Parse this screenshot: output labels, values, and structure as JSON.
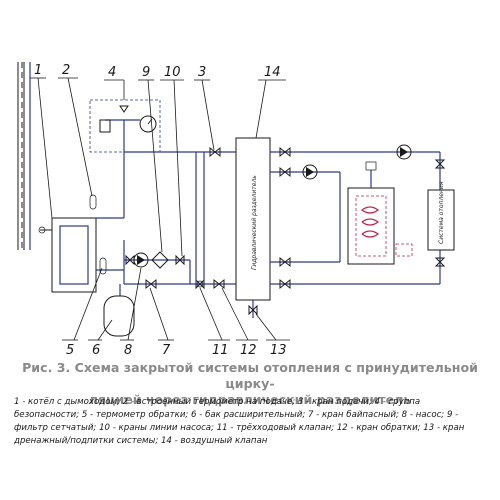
{
  "diagram": {
    "callouts": [
      "1",
      "2",
      "3",
      "4",
      "5",
      "6",
      "7",
      "8",
      "9",
      "10",
      "11",
      "12",
      "13",
      "14"
    ],
    "separator_label": "Гидравлический разделитель",
    "consumer_label": "Система отопления"
  },
  "caption": {
    "line1": "Рис. 3. Схема закрытой системы отопления с принудительной цирку-",
    "line2": "ляцией через гидравлический разделитель"
  },
  "legend": [
    "1 - котёл с дымоходом;",
    "2 - встроенный термометр на подаче;",
    "3 - кран подачи;",
    "4 - группа безопасности;",
    "5 - термометр обратки;",
    "6 - бак расширительный;",
    "7 - кран байпасный;",
    "8 - насос;",
    "9 - фильтр сетчатый;",
    "10 - краны линии насоса;",
    "11 - трёхходовый клапан;",
    "12 - кран обратки;",
    "13 - кран дренажный/подпитки системы;",
    "14 - воздушный клапан"
  ],
  "colors": {
    "pipe": "#2b3a8f",
    "outline": "#1a1a1a",
    "coil": "#c0234a",
    "caption": "#8a8a8a"
  }
}
